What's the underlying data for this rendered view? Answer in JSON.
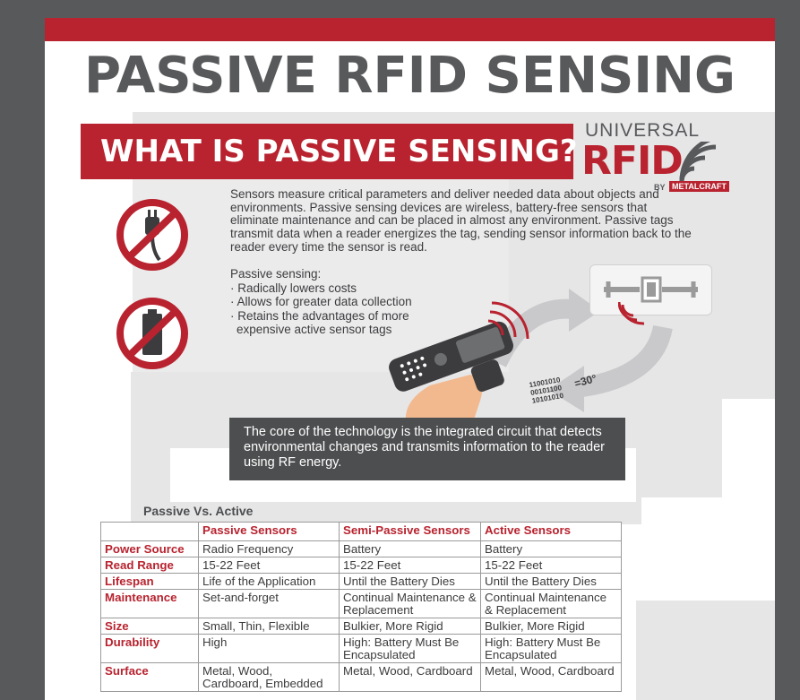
{
  "title": "PASSIVE RFID SENSING",
  "subtitle": "WHAT IS PASSIVE SENSING?",
  "logo": {
    "line1": "UNIVERSAL",
    "line2": "RFID",
    "by": "BY",
    "brand": "METALCRAFT"
  },
  "description": "Sensors measure critical parameters and deliver needed data about objects and environments. Passive sensing devices are wireless, battery-free sensors that eliminate maintenance and can be placed in almost any environment. Passive tags transmit data when a reader energizes the tag, sending sensor information back to the reader every time the sensor is read.",
  "benefits": {
    "intro": "Passive sensing:",
    "items": [
      "· Radically lowers costs",
      "· Allows for greater data collection",
      "· Retains the advantages of more",
      "expensive active sensor tags"
    ]
  },
  "icons": {
    "plug": "no-plug-icon",
    "battery": "no-battery-icon",
    "reader": "handheld-reader-icon",
    "tag": "rfid-tag-icon"
  },
  "diagram": {
    "binary": [
      "11001010",
      "00101100",
      "10101010"
    ],
    "reading": "=30°"
  },
  "callout": "The core of the technology is the integrated circuit that detects environmental changes and transmits information to the reader using RF energy.",
  "comparison": {
    "heading": "Passive Vs. Active",
    "columns": [
      "",
      "Passive Sensors",
      "Semi-Passive Sensors",
      "Active Sensors"
    ],
    "rows": [
      {
        "label": "Power Source",
        "cells": [
          "Radio Frequency",
          "Battery",
          "Battery"
        ]
      },
      {
        "label": "Read Range",
        "cells": [
          "15-22 Feet",
          "15-22 Feet",
          "15-22 Feet"
        ]
      },
      {
        "label": "Lifespan",
        "cells": [
          "Life of the Application",
          "Until the Battery Dies",
          "Until the Battery Dies"
        ]
      },
      {
        "label": "Maintenance",
        "cells": [
          "Set-and-forget",
          "Continual Maintenance & Replacement",
          "Continual Maintenance & Replacement"
        ]
      },
      {
        "label": "Size",
        "cells": [
          "Small, Thin, Flexible",
          "Bulkier, More Rigid",
          "Bulkier, More Rigid"
        ]
      },
      {
        "label": "Durability",
        "cells": [
          "High",
          "High: Battery Must Be Encapsulated",
          "High: Battery Must Be Encapsulated"
        ]
      },
      {
        "label": "Surface",
        "cells": [
          "Metal, Wood, Cardboard, Embedded",
          "Metal, Wood, Cardboard",
          "Metal, Wood, Cardboard"
        ]
      }
    ]
  },
  "colors": {
    "accent": "#b8232f",
    "dark": "#4d4e50",
    "background": "#58595b"
  }
}
